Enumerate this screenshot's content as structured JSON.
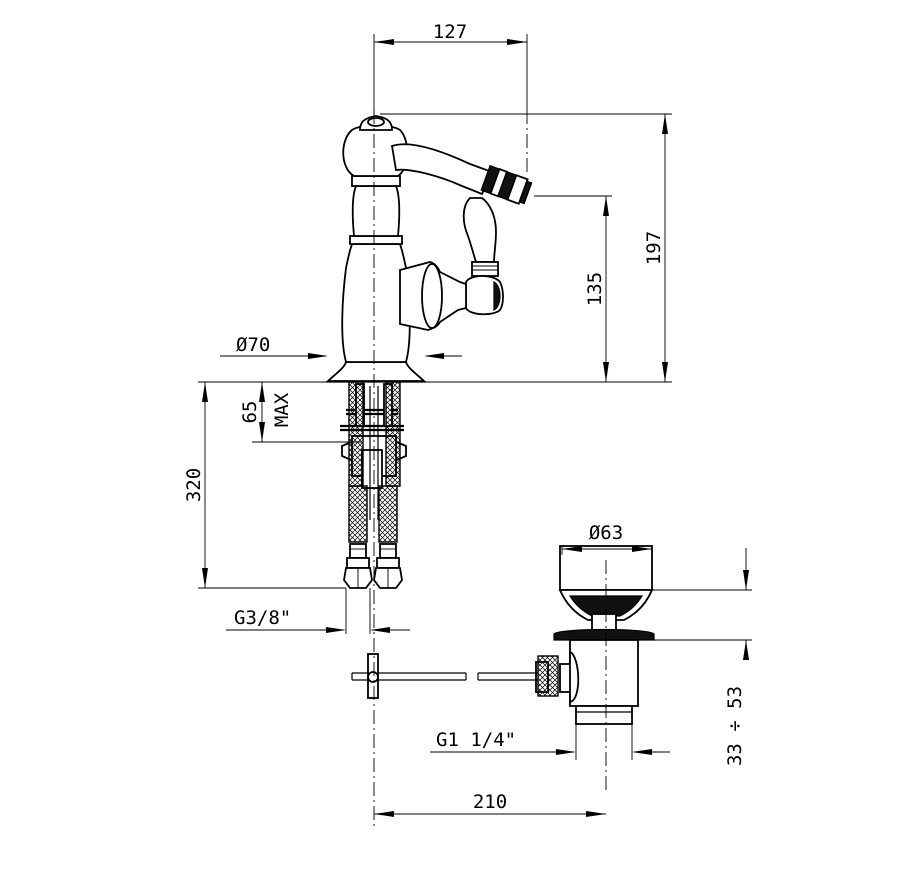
{
  "dimensions": {
    "top_width": "127",
    "total_height": "197",
    "spout_height": "135",
    "base_diameter": "Ø70",
    "fixing_depth": "65",
    "fixing_depth_suffix": "MAX",
    "hose_length": "320",
    "hose_thread": "G3/8\"",
    "waste_diameter": "Ø63",
    "waste_thread": "G1 1/4\"",
    "rod_length": "210",
    "waste_range": "33 ÷ 53"
  }
}
